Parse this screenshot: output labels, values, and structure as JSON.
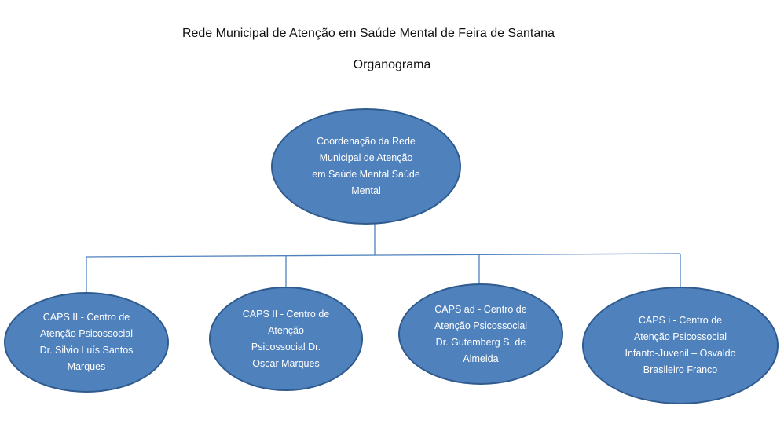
{
  "title": "Rede Municipal de Atenção em Saúde Mental de Feira de Santana",
  "subtitle": "Organograma",
  "colors": {
    "node_fill": "#4f81bd",
    "node_border": "#2f5b8f",
    "connector": "#4f81bd"
  },
  "root": {
    "label": "Coordenação da Rede\nMunicipal de  Atenção\nem Saúde Mental Saúde\nMental"
  },
  "children": [
    {
      "label": "CAPS II - Centro de\nAtenção Psicossocial\nDr. Silvio Luís Santos\nMarques"
    },
    {
      "label": "CAPS II - Centro de\nAtenção\nPsicossocial Dr.\nOscar Marques"
    },
    {
      "label": "CAPS ad - Centro de\nAtenção Psicossocial\nDr. Gutemberg S. de\nAlmeida"
    },
    {
      "label": "CAPS i - Centro de\nAtenção Psicossocial\nInfanto-Juvenil – Osvaldo\nBrasileiro Franco"
    }
  ]
}
